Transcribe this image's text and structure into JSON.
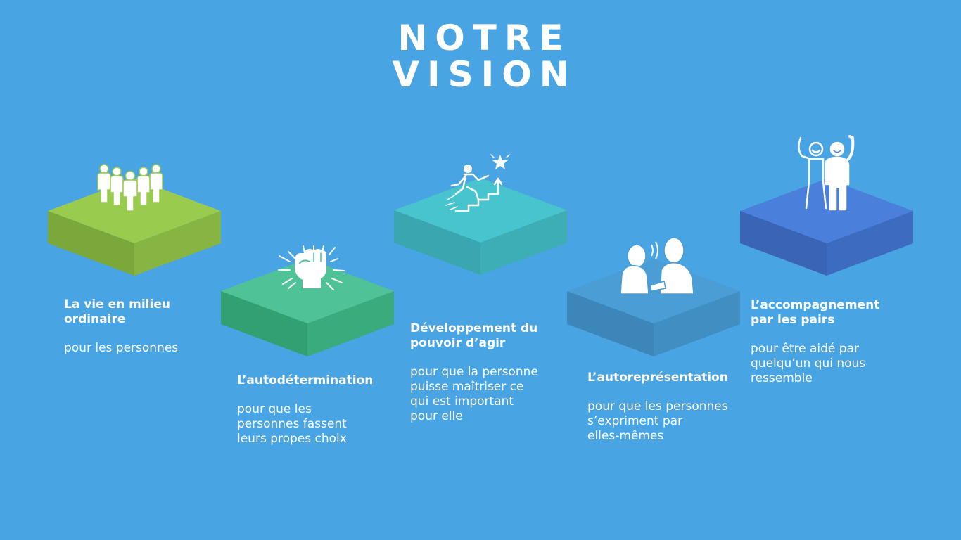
{
  "title": {
    "line1": "NOTRE",
    "line2": "VISION"
  },
  "items": [
    {
      "heading_lines": [
        "La vie en milieu",
        "ordinaire"
      ],
      "desc_lines": [
        "pour les personnes"
      ],
      "icon": "group-of-people-icon",
      "colors": {
        "top": "#99cc4e",
        "left": "#7ba83b",
        "right": "#86b542"
      }
    },
    {
      "heading_lines": [
        "L’autodétermination"
      ],
      "desc_lines": [
        "pour que les",
        "personnes fassent",
        "leurs propes choix"
      ],
      "icon": "raised-fist-icon",
      "colors": {
        "top": "#4fc397",
        "left": "#33a071",
        "right": "#3aab7c"
      }
    },
    {
      "heading_lines": [
        "Développement du",
        "pouvoir d’agir"
      ],
      "desc_lines": [
        "pour que la personne",
        "puisse maîtriser  ce",
        "qui est important",
        "pour elle"
      ],
      "icon": "climbing-stairs-star-icon",
      "colors": {
        "top": "#47c4cd",
        "left": "#3aa6ad",
        "right": "#3eaeb5"
      }
    },
    {
      "heading_lines": [
        "L’autoreprésentation"
      ],
      "desc_lines": [
        "pour que les personnes",
        "s’expriment par",
        "elles-mêmes"
      ],
      "icon": "two-people-talking-icon",
      "colors": {
        "top": "#4b9dd5",
        "left": "#3d86b9",
        "right": "#418ec2"
      }
    },
    {
      "heading_lines": [
        "L’accompagnement",
        "par les  pairs"
      ],
      "desc_lines": [
        "pour  être aidé par",
        "quelqu’un qui nous",
        "ressemble"
      ],
      "icon": "two-people-cheering-icon",
      "colors": {
        "top": "#4a7fdb",
        "left": "#3a64b6",
        "right": "#3d6bbf"
      }
    }
  ]
}
